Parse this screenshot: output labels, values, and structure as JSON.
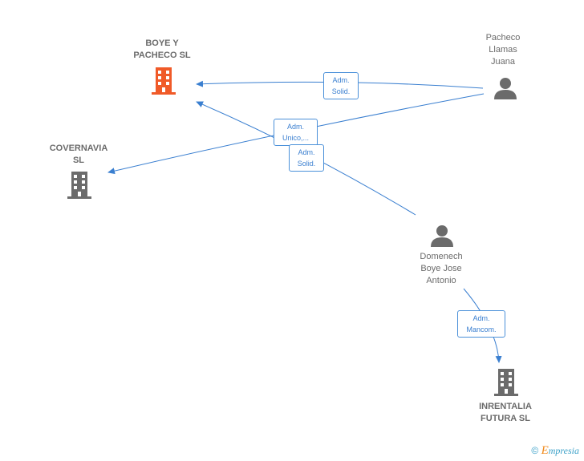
{
  "nodes": {
    "boye": {
      "lines": [
        "BOYE Y",
        "PACHECO  SL"
      ],
      "type": "company",
      "highlight": true
    },
    "covernavia": {
      "lines": [
        "COVERNAVIA",
        "SL"
      ],
      "type": "company"
    },
    "pacheco": {
      "lines": [
        "Pacheco",
        "Llamas",
        "Juana"
      ],
      "type": "person"
    },
    "domenech": {
      "lines": [
        "Domenech",
        "Boye Jose",
        "Antonio"
      ],
      "type": "person"
    },
    "inrentalia": {
      "lines": [
        "INRENTALIA",
        "FUTURA  SL"
      ],
      "type": "company"
    }
  },
  "edges": [
    {
      "from": "pacheco",
      "to": "boye",
      "label": [
        "Adm.",
        "Solid."
      ]
    },
    {
      "from": "pacheco",
      "to": "covernavia",
      "label": [
        "Adm.",
        "Unico,..."
      ]
    },
    {
      "from": "domenech",
      "to": "boye",
      "label": [
        "Adm.",
        "Solid."
      ]
    },
    {
      "from": "domenech",
      "to": "inrentalia",
      "label": [
        "Adm.",
        "Mancom."
      ]
    }
  ],
  "colors": {
    "edge": "#3a7fd0",
    "highlight_company": "#f05a28",
    "company": "#6b6b6b",
    "person": "#6b6b6b"
  },
  "footer": {
    "copyright_symbol": "©",
    "brand_first": "E",
    "brand_rest": "mpresia"
  }
}
